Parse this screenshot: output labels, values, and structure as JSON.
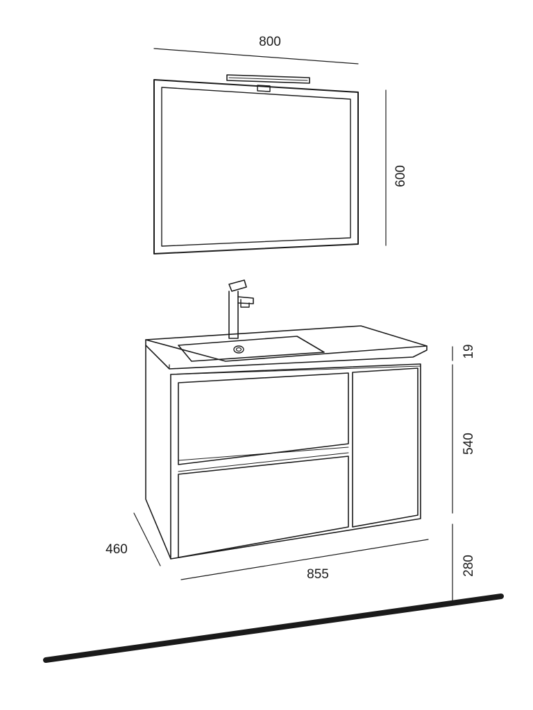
{
  "dimensions": {
    "mirror_width": "800",
    "mirror_height": "600",
    "countertop_thickness": "19",
    "cabinet_height": "540",
    "wall_clearance": "280",
    "cabinet_depth": "460",
    "cabinet_width": "855"
  },
  "colors": {
    "line": "#1a1a1a",
    "background": "#ffffff"
  }
}
